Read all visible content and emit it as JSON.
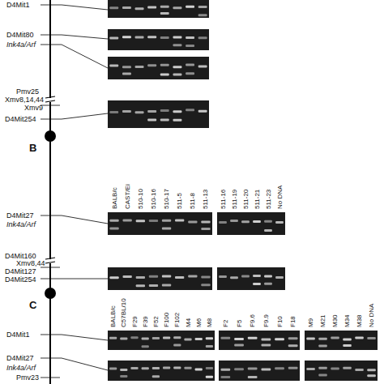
{
  "diagram": {
    "labels": [
      "D4Mit1",
      "D4Mit80",
      "Ink4a/Arf",
      "Pmv25",
      "Xmv8,14,44",
      "Xmv9",
      "D4Mit254",
      "B",
      "BALB/c",
      "CAST/Ei",
      "510-10",
      "510-16",
      "510-17",
      "511-5",
      "511-8",
      "511-13",
      "511-16",
      "511-19",
      "511-20",
      "511-21",
      "511-23",
      "No DNA",
      "D4Mit27",
      "Ink4a/Arf",
      "D4Mit160",
      "Xmv8,44",
      "D4Mit127",
      "D4Mit254",
      "C",
      "D4Mit1",
      "BALB/c",
      "C57BL/10",
      "F29",
      "F39",
      "F52",
      "F100",
      "F102",
      "M4",
      "M6",
      "M8",
      "F2",
      "F5",
      "F9.6",
      "F9.9",
      "F10",
      "F18",
      "M9",
      "M21",
      "M30",
      "M34",
      "M38",
      "No DNA",
      "D4Mit27",
      "Ink4a/Arf",
      "Pmv23"
    ]
  }
}
